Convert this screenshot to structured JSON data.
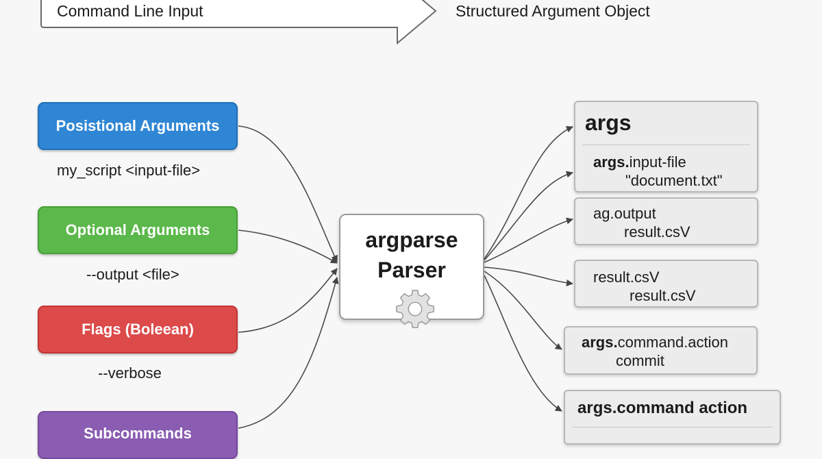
{
  "banner": {
    "input_label": "Command Line Input",
    "output_label": "Structured Argument Object"
  },
  "inputs": [
    {
      "label": "Posistional Arguments",
      "example": "my_script <input-file>",
      "color": "#2f86d4"
    },
    {
      "label": "Optional Arguments",
      "example": "--output <file>",
      "color": "#5bb84a"
    },
    {
      "label": "Flags (Boleean)",
      "example": "--verbose",
      "color": "#dc4a4a"
    },
    {
      "label": "Subcommands",
      "example": "",
      "color": "#8a5cb2"
    }
  ],
  "parser": {
    "line1": "argparse",
    "line2": "Parser",
    "icon": "gear-icon"
  },
  "outputs": {
    "args_title": "args",
    "card1": {
      "key_bold": "args.",
      "key_rest": "input-file",
      "value": "\"document.txt\""
    },
    "card2": {
      "key": "ag.output",
      "value": "result.csV"
    },
    "card3": {
      "key": "result.csV",
      "value": "result.csV"
    },
    "card4": {
      "key_bold": "args.",
      "key_rest": "command.action",
      "value": "commit"
    },
    "card5": {
      "title": "args.command action"
    }
  }
}
